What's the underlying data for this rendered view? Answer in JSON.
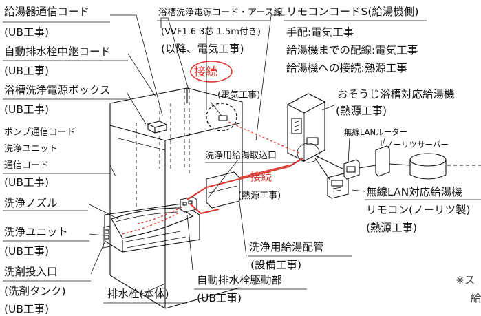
{
  "labels": {
    "boiler_comm_cord": "給湯器通信コード",
    "ub_work_1": "(UB工事)",
    "auto_drain_relay_cord": "自動排水栓中継コード",
    "ub_work_2": "(UB工事)",
    "tub_wash_power_box": "浴槽洗浄電源ボックス",
    "ub_work_3": "(UB工事)",
    "pump_comm_cord": "ポンプ通信コード",
    "wash_unit": "洗浄ユニット",
    "comm_cord": "通信コード",
    "ub_work_4": "(UB工事)",
    "wash_nozzle": "洗浄ノズル",
    "wash_unit_2": "洗浄ユニット",
    "ub_work_5": "(UB工事)",
    "detergent_inlet": "洗剤投入口",
    "detergent_tank": "(洗剤タンク)",
    "ub_work_6": "(UB工事)",
    "drain_plug": "排水栓(本体)",
    "auto_drain_drive": "自動排水栓駆動部",
    "ub_work_7": "(UB工事)",
    "tub_wash_power_cord": "浴槽洗浄電源コード・アース線",
    "vvf_spec": "(VVF1.6 3芯 1.5m付き)",
    "after_electric": "(以降、電気工事)",
    "connect_electric": "接続",
    "electric_work": "(電気工事)",
    "remote_cord_s": "リモコンコードS(給湯機側)",
    "arrangement": "手配:電気工事",
    "wiring_to_heater": "給湯機までの配線:電気工事",
    "connection_to_heater": "給湯機への接続:熱源工事",
    "cleaning_heater": "おそうじ浴槽対応給湯機",
    "heat_source_work_1": "(熱源工事)",
    "wireless_router": "無線LANルーター",
    "noritz_server": "ノーリツサーバー",
    "wash_hot_water_intake": "洗浄用給湯取込口",
    "connect_heat": "接続",
    "heat_source_work_2": "(熱源工事)",
    "wifi_remote": "無線LAN対応給湯機",
    "remote_noritz": "リモコン(ノーリツ製)",
    "heat_source_work_3": "(熱源工事)",
    "wash_hot_water_pipe": "洗浄用給湯配管",
    "equipment_work": "(設備工事)",
    "note_mark": "※ス",
    "note_cont": "給"
  },
  "colors": {
    "accent_red": "#d9342b",
    "line": "#111111"
  }
}
